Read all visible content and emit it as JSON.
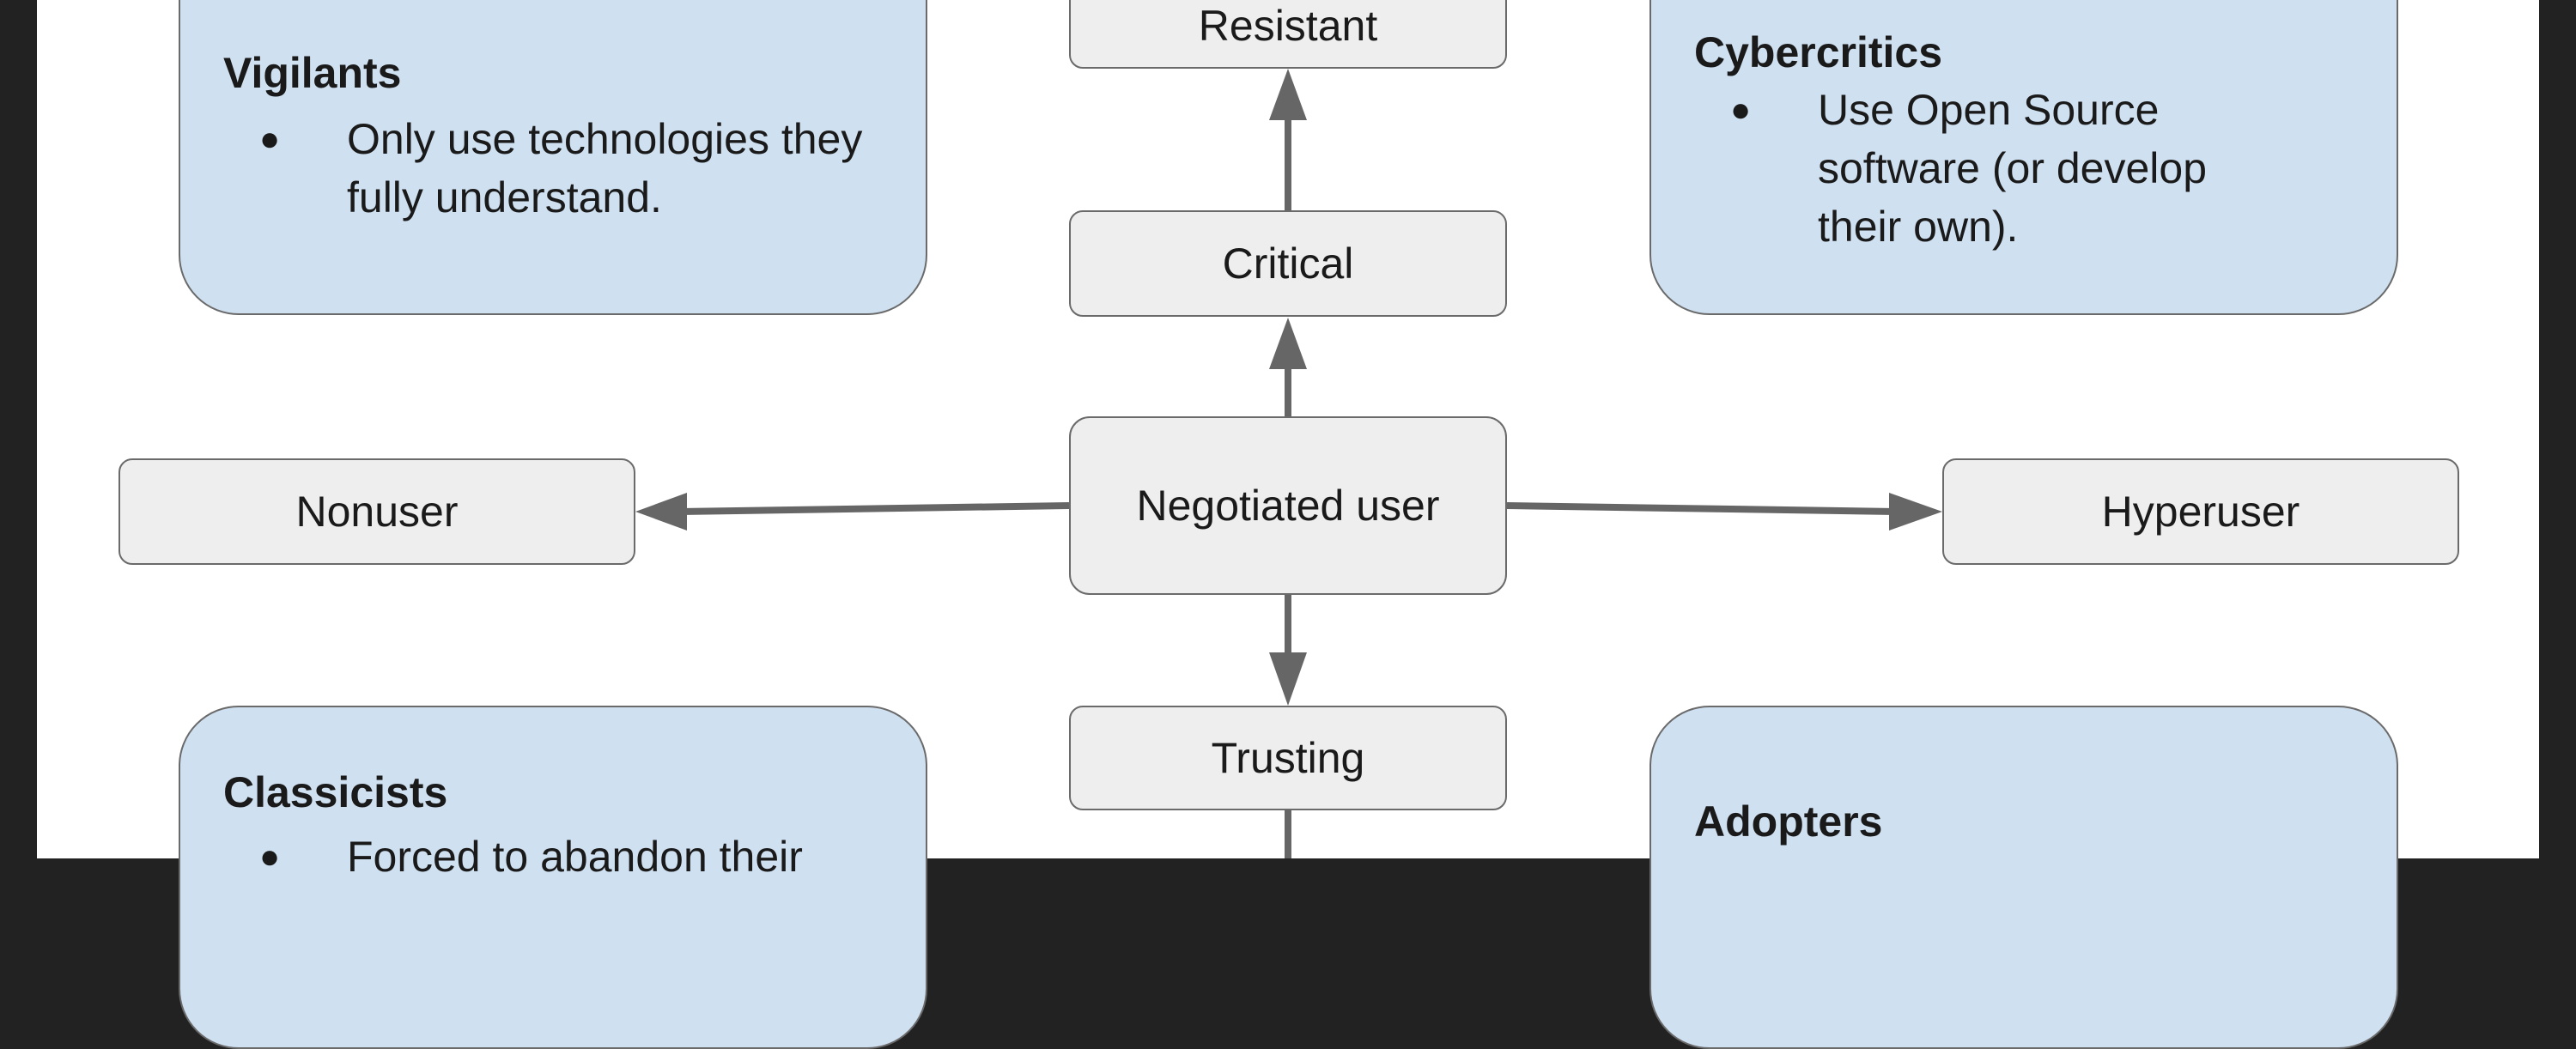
{
  "diagram": {
    "center_node": {
      "label": "Negotiated user"
    },
    "up_nodes": [
      {
        "label": "Critical"
      },
      {
        "label": "Resistant"
      }
    ],
    "down_nodes": [
      {
        "label": "Trusting"
      }
    ],
    "left_node": {
      "label": "Nonuser"
    },
    "right_node": {
      "label": "Hyperuser"
    },
    "groups": {
      "top_left": {
        "title": "Vigilants",
        "items": [
          "Only use technologies they fully understand."
        ]
      },
      "top_right": {
        "title": "Cybercritics",
        "items": [
          "Use Open Source software (or develop their own)."
        ]
      },
      "bottom_left": {
        "title": "Classicists",
        "items": [
          "Forced to abandon their"
        ]
      },
      "bottom_right": {
        "title": "Adopters",
        "items": []
      }
    },
    "colors": {
      "node_fill": "#eeeeee",
      "group_fill": "#cfe0f1",
      "connector": "#666666",
      "frame": "#222222"
    }
  }
}
